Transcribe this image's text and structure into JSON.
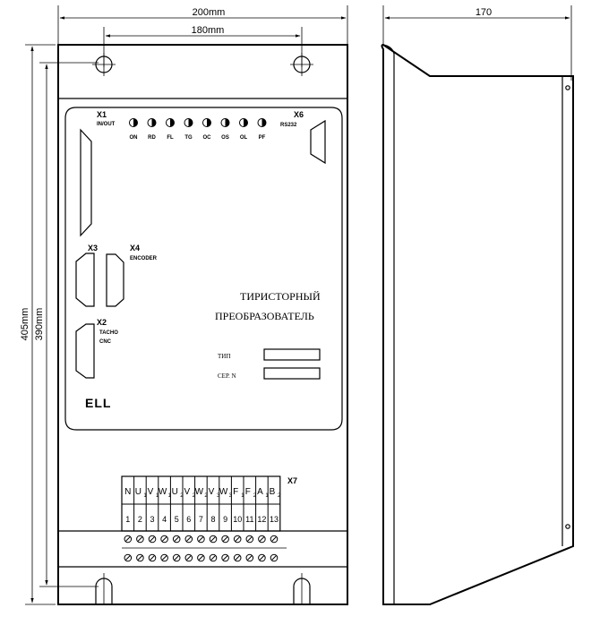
{
  "dimensions": {
    "width_total": "200mm",
    "width_holes": "180mm",
    "height_total": "405mm",
    "height_holes": "390mm",
    "depth": "170"
  },
  "connectors": {
    "x1": "X1",
    "x1_sub": "IN/OUT",
    "x6": "X6",
    "x6_sub": "RS232",
    "x3": "X3",
    "x4": "X4",
    "x4_sub": "ENCODER",
    "x2": "X2",
    "x2_sub1": "TACHO",
    "x2_sub2": "CNC",
    "x7": "X7"
  },
  "leds": [
    "ON",
    "RD",
    "FL",
    "TG",
    "OC",
    "OS",
    "OL",
    "PF"
  ],
  "panel": {
    "title1": "ТИРИСТОРНЫЙ",
    "title2": "ПРЕОБРАЗОВАТЕЛЬ",
    "type_label": "ТИП",
    "serial_label": "СЕР. N",
    "brand": "ELL"
  },
  "terminals": [
    {
      "label": "N",
      "sub": "",
      "num": "1"
    },
    {
      "label": "U",
      "sub": "1",
      "num": "2"
    },
    {
      "label": "V",
      "sub": "1",
      "num": "3"
    },
    {
      "label": "W",
      "sub": "1",
      "num": "4"
    },
    {
      "label": "U",
      "sub": "2",
      "num": "5"
    },
    {
      "label": "V",
      "sub": "2",
      "num": "6"
    },
    {
      "label": "W",
      "sub": "2",
      "num": "7"
    },
    {
      "label": "V",
      "sub": "3",
      "num": "8"
    },
    {
      "label": "W",
      "sub": "3",
      "num": "9"
    },
    {
      "label": "F",
      "sub": "1",
      "num": "10"
    },
    {
      "label": "F",
      "sub": "2",
      "num": "11"
    },
    {
      "label": "A",
      "sub": "1",
      "num": "12"
    },
    {
      "label": "B",
      "sub": "2",
      "num": "13"
    }
  ]
}
